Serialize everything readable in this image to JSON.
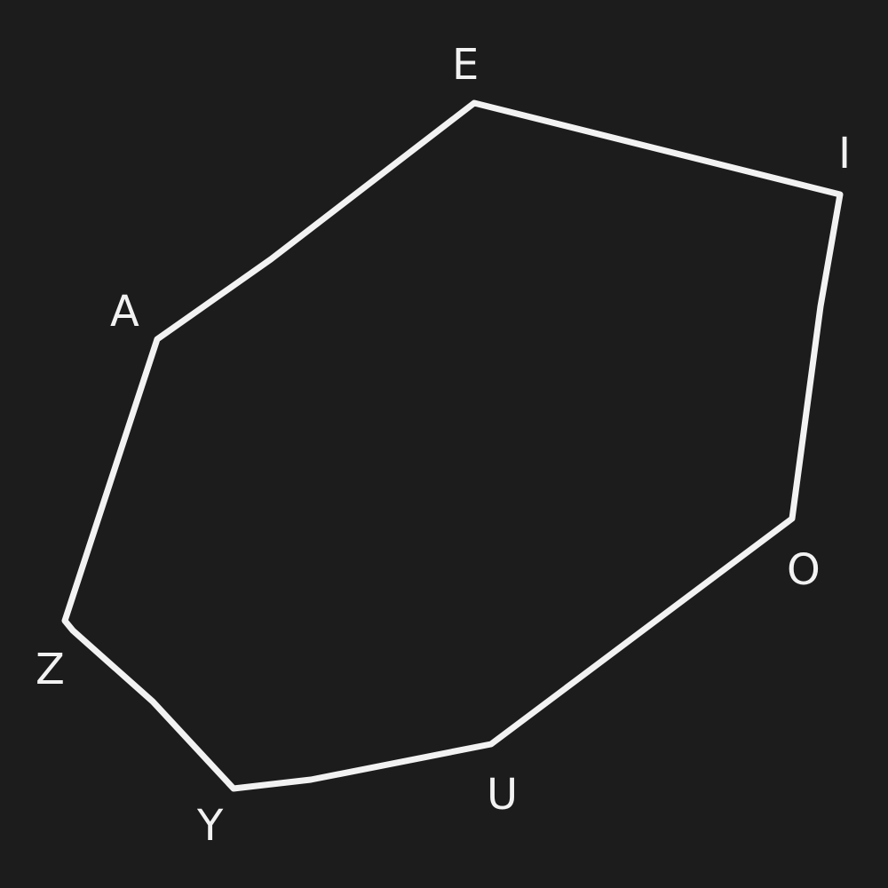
{
  "colors": {
    "background": "#1c1c1c",
    "stroke": "#f2f2f2",
    "label": "#f2f2f2"
  },
  "diagram": {
    "shape": "heptagon-outline",
    "vertices": [
      {
        "id": "A",
        "label": "A"
      },
      {
        "id": "E",
        "label": "E"
      },
      {
        "id": "I",
        "label": "I"
      },
      {
        "id": "O",
        "label": "O"
      },
      {
        "id": "U",
        "label": "U"
      },
      {
        "id": "Y",
        "label": "Y"
      },
      {
        "id": "Z",
        "label": "Z"
      }
    ]
  }
}
